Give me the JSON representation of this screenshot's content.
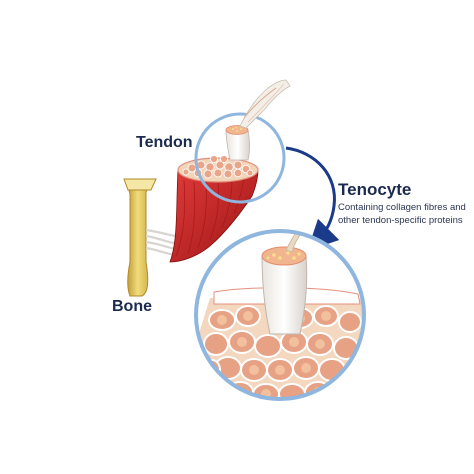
{
  "labels": {
    "tendon": "Tendon",
    "bone": "Bone",
    "tenocyte": "Tenocyte",
    "tenocyte_description": "Containing collagen fibres and other tendon-specific proteins"
  },
  "colors": {
    "muscle_red": "#c62828",
    "muscle_dark": "#8e1414",
    "bone_yellow": "#e8c95a",
    "circle_blue": "#8fb6de",
    "arrow_navy": "#1b3a8a",
    "cell_fill": "#f2c8a2",
    "cell_border": "#e79a8a",
    "text_navy": "#1b2a4e"
  },
  "icons": [
    "bone-icon",
    "muscle-icon",
    "tendon-fiber-icon",
    "magnify-circle-icon",
    "curved-arrow-icon"
  ]
}
